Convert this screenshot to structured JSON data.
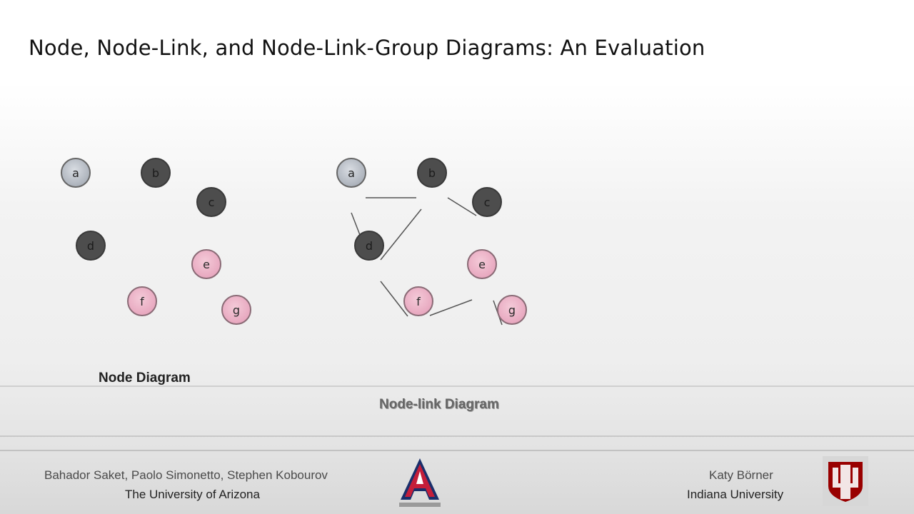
{
  "title": "Node, Node-Link, and Node-Link-Group Diagrams: An Evaluation",
  "node_diagram": {
    "caption": "Node Diagram",
    "nodes": [
      "a",
      "b",
      "c",
      "d",
      "e",
      "f",
      "g"
    ]
  },
  "node_link_diagram": {
    "caption": "Node-link Diagram",
    "nodes": [
      "a",
      "b",
      "c",
      "d",
      "e",
      "f",
      "g"
    ]
  },
  "footer": {
    "authors": "Bahador Saket, Paolo Simonetto, Stephen Kobourov",
    "left_affiliation": "The University of Arizona",
    "right_author": "Katy Börner",
    "right_affiliation": "Indiana University"
  },
  "colors": {
    "dark_node": "#4d4d4d",
    "gray_node": "#b5bbc4",
    "pink_node": "#eab0c5",
    "arizona_red": "#c41e3a",
    "arizona_blue": "#1a2f6b",
    "indiana_crimson": "#990000"
  }
}
